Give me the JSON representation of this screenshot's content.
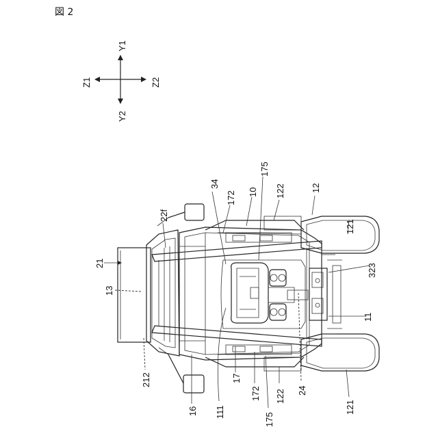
{
  "figure_label": "図 2",
  "axes": {
    "y1": "Y1",
    "y2": "Y2",
    "z1": "Z1",
    "z2": "Z2"
  },
  "reference_numerals": {
    "r34": "34",
    "r175_top": "175",
    "r10": "10",
    "r122_top": "122",
    "r12": "12",
    "r172_top": "172",
    "r22f": "22f",
    "r21": "21",
    "r13": "13",
    "r121_top": "121",
    "r323": "323",
    "r11": "11",
    "r212": "212",
    "r111": "111",
    "r17": "17",
    "r172_bottom": "172",
    "r175_bottom": "175",
    "r122_bottom": "122",
    "r24": "24",
    "r121_bottom": "121",
    "r16": "16"
  }
}
